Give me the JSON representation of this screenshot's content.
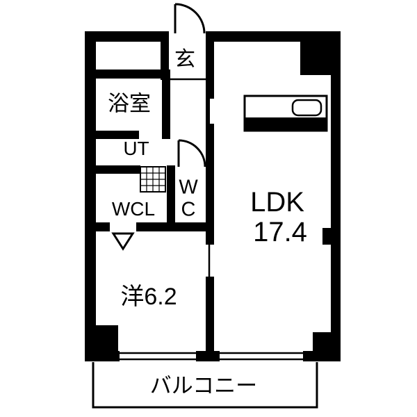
{
  "floorplan": {
    "background_color": "#ffffff",
    "wall_color": "#000000",
    "rooms": {
      "entrance": {
        "label": "玄"
      },
      "bath": {
        "label": "浴室"
      },
      "utility": {
        "label": "UT"
      },
      "walk_in_closet": {
        "label": "WCL"
      },
      "toilet": {
        "label_line1": "W",
        "label_line2": "C"
      },
      "ldk": {
        "label": "LDK",
        "area": "17.4"
      },
      "western_room": {
        "label": "洋6.2"
      },
      "balcony": {
        "label": "バルコニー"
      }
    }
  }
}
